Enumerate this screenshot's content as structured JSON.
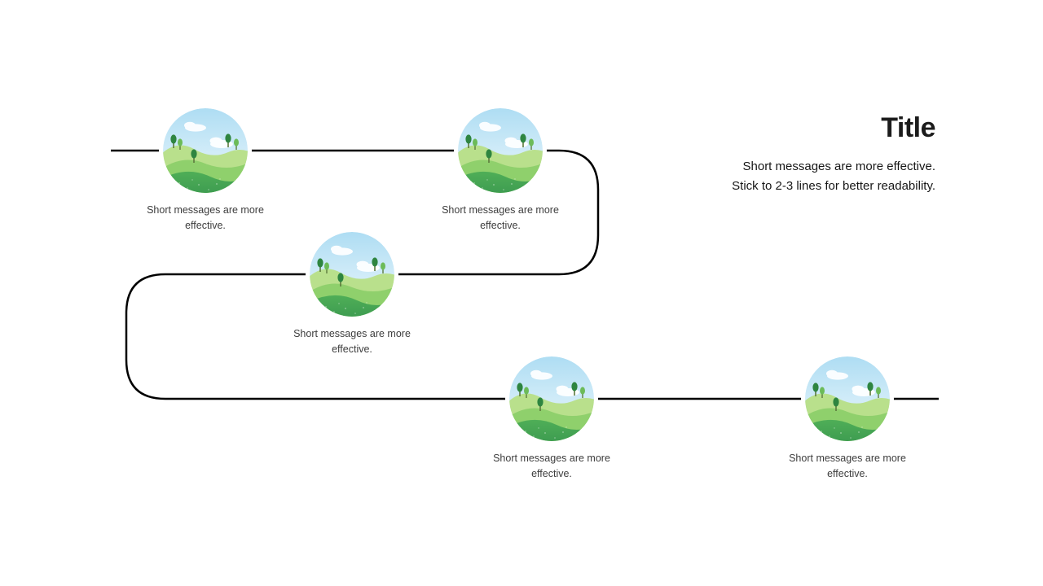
{
  "slide": {
    "title": "Title",
    "subtitle_lines": [
      "Short messages are more effective.",
      "Stick to 2-3 lines for better readability."
    ],
    "background_color": "#ffffff",
    "path_color": "#000000"
  },
  "milestones": [
    {
      "caption": "Short messages are more effective."
    },
    {
      "caption": "Short messages are more effective."
    },
    {
      "caption": "Short messages are more effective."
    },
    {
      "caption": "Short messages are more effective."
    },
    {
      "caption": "Short messages are more effective."
    }
  ],
  "illustration": {
    "icon": "landscape-hills-icon",
    "colors": {
      "sky_top": "#aeddf3",
      "sky_bottom": "#f1f9fd",
      "cloud": "#ffffff",
      "hill_back": "#b9e08c",
      "hill_mid": "#8fd06c",
      "hill_front_top": "#4fae57",
      "hill_front_bottom": "#3c9a50",
      "tree_dark": "#2e8540",
      "tree_light": "#6cbb58",
      "trunk": "#5d7a3d"
    }
  }
}
